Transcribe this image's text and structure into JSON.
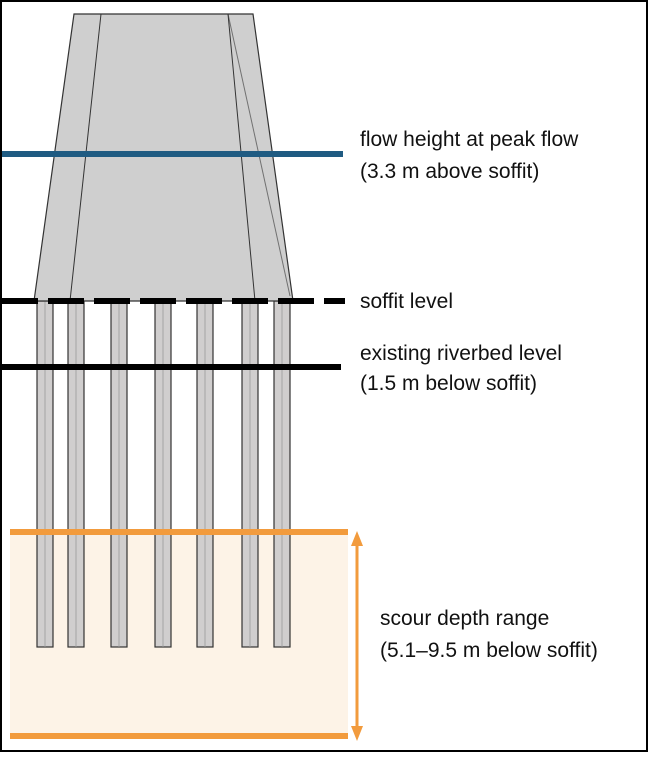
{
  "labels": {
    "flow_line1": "flow height at peak flow",
    "flow_line2": "(3.3 m above soffit)",
    "soffit": "soffit level",
    "riverbed_line1": "existing riverbed level",
    "riverbed_line2": "(1.5 m below soffit)",
    "scour_line1": "scour depth range",
    "scour_line2": "(5.1–9.5 m below soffit)"
  },
  "colors": {
    "flow_line": "#1f5b82",
    "soffit_line": "#000000",
    "riverbed_line": "#000000",
    "scour_line": "#f29b3d",
    "scour_fill": "#fdf3e7",
    "pier": "#cfcfcf",
    "pile": "#d0cece"
  },
  "piles_count": 7
}
